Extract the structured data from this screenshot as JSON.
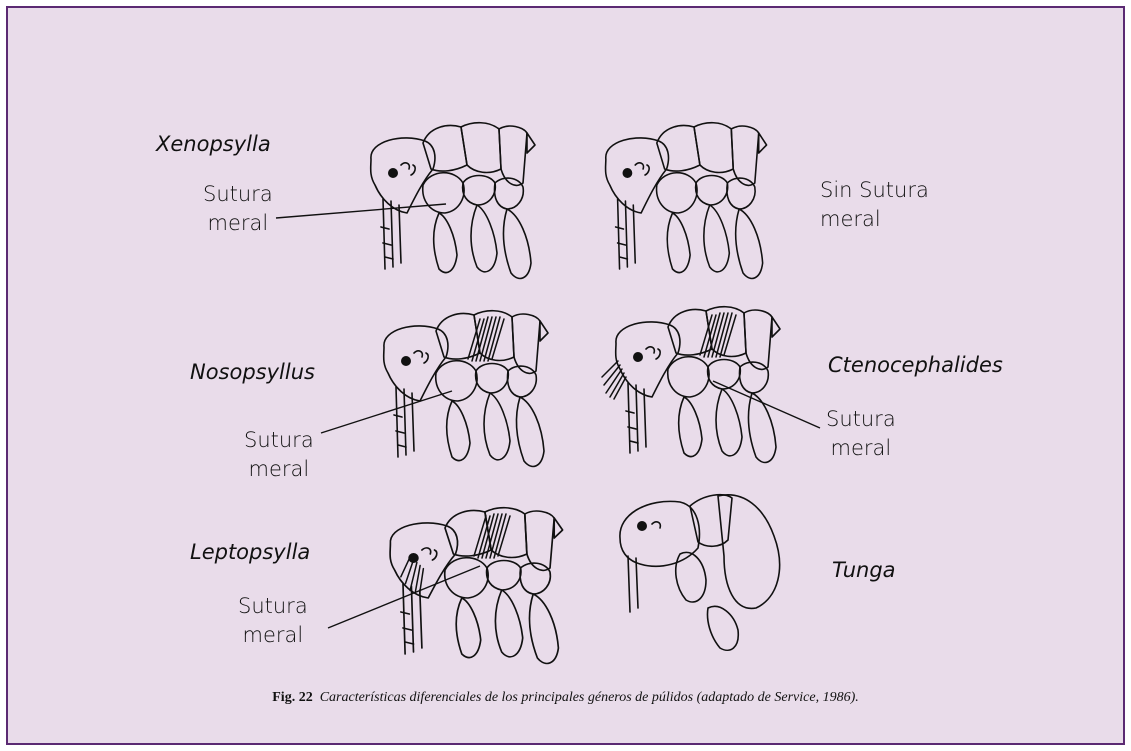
{
  "panels": {
    "xenopsylla": {
      "genus": "Xenopsylla",
      "label": "Sutura\nmeral"
    },
    "no_suture": {
      "label": "Sin Sutura\nmeral"
    },
    "nosopsyllus": {
      "genus": "Nosopsyllus",
      "label": "Sutura\nmeral"
    },
    "ctenocephalides": {
      "genus": "Ctenocephalides",
      "label": "Sutura\nmeral"
    },
    "leptopsylla": {
      "genus": "Leptopsylla",
      "label": "Sutura\nmeral"
    },
    "tunga": {
      "genus": "Tunga"
    }
  },
  "caption": {
    "figure_number": "Fig. 22",
    "text": "Características diferenciales de los principales géneros de púlidos (adaptado de Service, 1986)."
  },
  "colors": {
    "background": "#e9dcea",
    "border": "#5b2a73",
    "ink": "#111111"
  }
}
